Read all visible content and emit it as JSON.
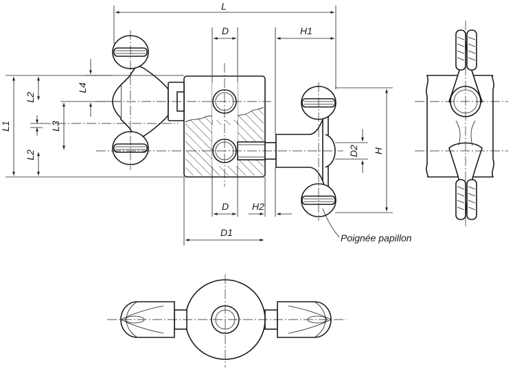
{
  "dimensions": {
    "L": "L",
    "D_top": "D",
    "H1": "H1",
    "L1": "L1",
    "L2_upper": "L2",
    "L2_lower": "L2",
    "L3": "L3",
    "L4": "L4",
    "D2": "D2",
    "H": "H",
    "D_bottom": "D",
    "H2": "H2",
    "D1": "D1"
  },
  "callout": {
    "label": "Poignée papillon"
  }
}
